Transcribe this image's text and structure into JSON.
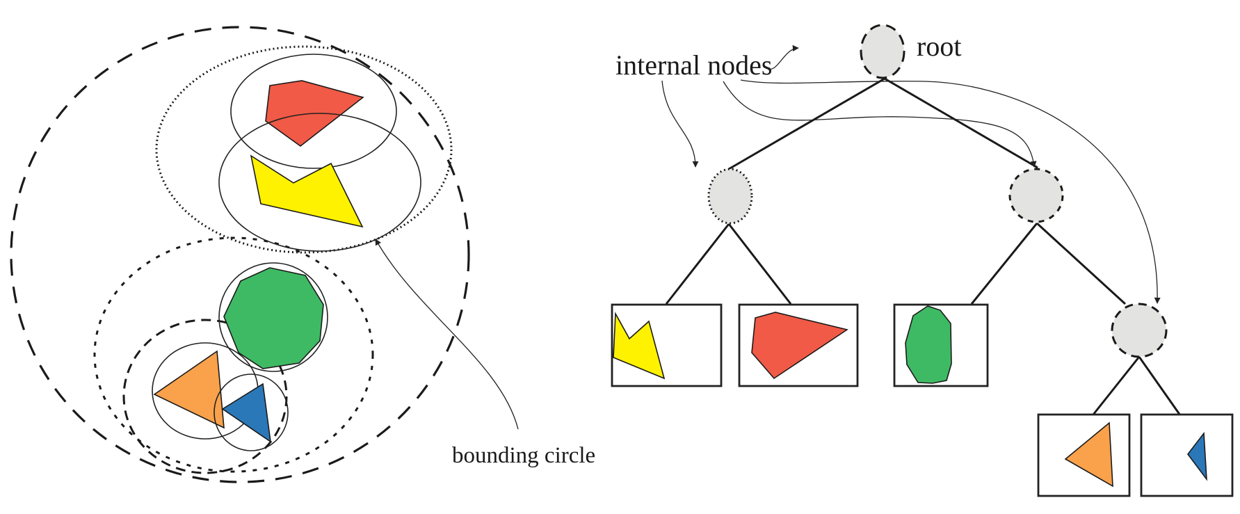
{
  "figure": {
    "left_panel": {
      "description": "Objects enclosed by bounding circles (nested hierarchy)",
      "label": "bounding circle",
      "objects": [
        {
          "name": "red-pentagon",
          "color": "#f05a46"
        },
        {
          "name": "yellow-polygon",
          "color": "#fff200"
        },
        {
          "name": "green-nonagon",
          "color": "#3fba64"
        },
        {
          "name": "orange-triangle",
          "color": "#f9a14b"
        },
        {
          "name": "blue-triangle",
          "color": "#2b78b9"
        }
      ]
    },
    "right_panel": {
      "description": "Bounding volume hierarchy tree",
      "labels": {
        "internal_nodes": "internal nodes",
        "root": "root"
      },
      "tree": {
        "root": {
          "children": [
            {
              "type": "internal",
              "border": "dotted",
              "leaves": [
                "yellow-polygon",
                "red-pentagon"
              ]
            },
            {
              "type": "internal",
              "border": "dashed",
              "children": [
                {
                  "type": "leaf",
                  "object": "green-nonagon"
                },
                {
                  "type": "internal",
                  "border": "dashed",
                  "leaves": [
                    "orange-triangle",
                    "blue-triangle"
                  ]
                }
              ]
            }
          ]
        }
      }
    },
    "colors": {
      "node_fill": "#e3e3e1",
      "stroke": "#1a1a1a",
      "red": "#f05a46",
      "yellow": "#fff200",
      "green": "#3fba64",
      "orange": "#f9a14b",
      "blue": "#2b78b9"
    }
  }
}
